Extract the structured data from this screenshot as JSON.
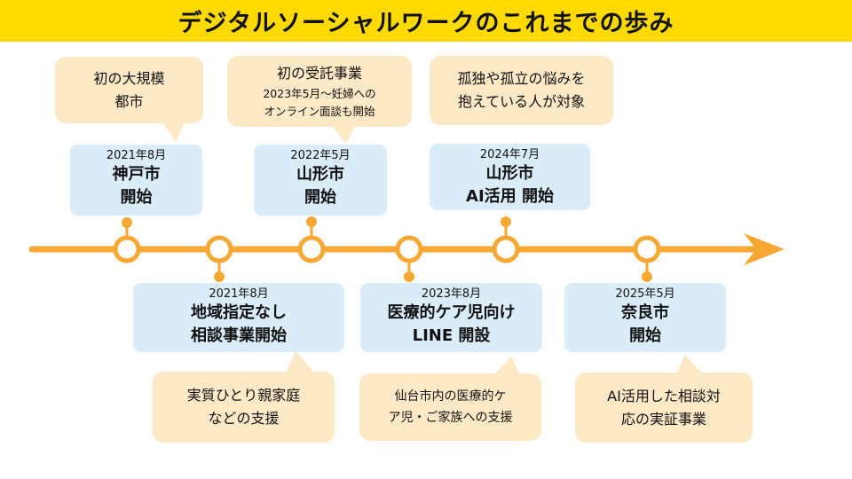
{
  "title": "デジタルソーシャルワークのこれまでの歩み",
  "colors": {
    "title_bg": "#ffda00",
    "timeline": "#f7a833",
    "event_bg": "#d9ecf7",
    "note_bg": "#fde9c6"
  },
  "events": [
    {
      "date": "2021年8月",
      "lines": [
        "神戸市",
        "開始"
      ]
    },
    {
      "date": "2022年5月",
      "lines": [
        "山形市",
        "開始"
      ]
    },
    {
      "date": "2024年7月",
      "lines": [
        "山形市",
        "AI活用 開始"
      ]
    },
    {
      "date": "2021年8月",
      "lines": [
        "地域指定なし",
        "相談事業開始"
      ]
    },
    {
      "date": "2023年8月",
      "lines": [
        "医療的ケア児向け",
        "LINE 開設"
      ]
    },
    {
      "date": "2025年5月",
      "lines": [
        "奈良市",
        "開始"
      ]
    }
  ],
  "notes": [
    {
      "lines": [
        "初の大規模",
        "都市"
      ]
    },
    {
      "lines": [
        "初の受託事業"
      ],
      "sub": [
        "2023年5月～妊婦への",
        "オンライン面談も開始"
      ]
    },
    {
      "lines": [
        "孤独や孤立の悩みを",
        "抱えている人が対象"
      ]
    },
    {
      "lines": [
        "実質ひとり親家庭",
        "などの支援"
      ]
    },
    {
      "sub": [
        "仙台市内の医療的ケ",
        "ア児・ご家族への支援"
      ]
    },
    {
      "lines": [
        "AI活用した相談対",
        "応の実証事業"
      ]
    }
  ]
}
